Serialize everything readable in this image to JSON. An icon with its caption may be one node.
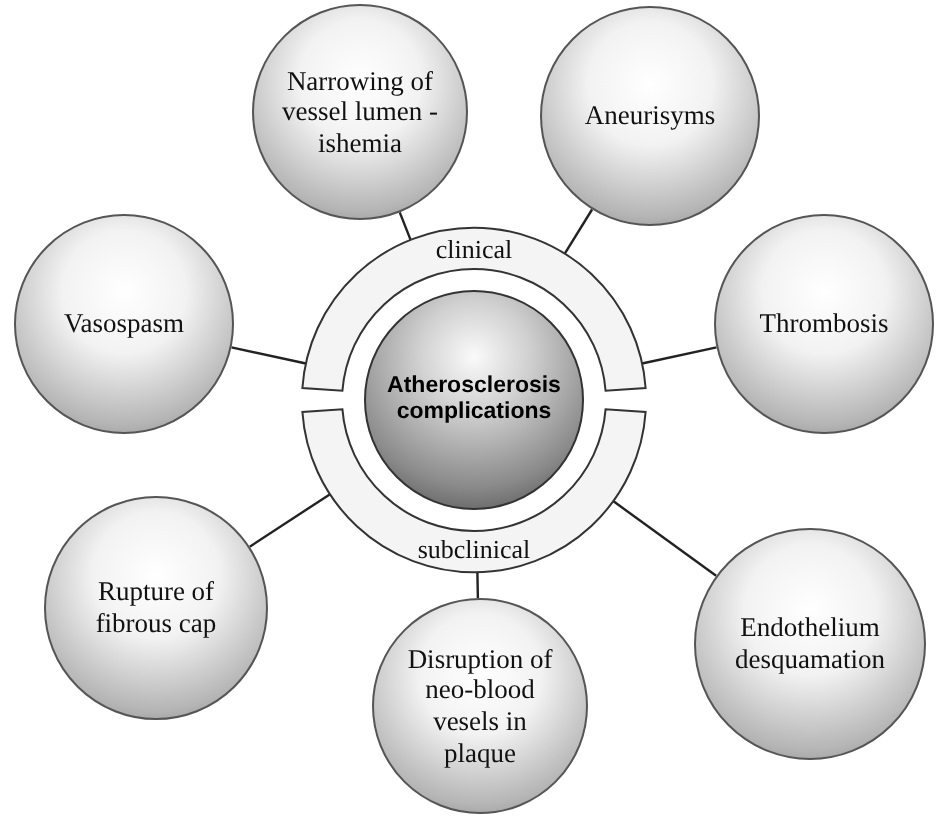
{
  "diagram": {
    "nodes": [
      {
        "text": [
          "Narrowing of vessel lumen - ishemia"
        ]
      },
      {
        "text": [
          "Aneurisyms"
        ]
      },
      {
        "text": [
          "Vasospasm"
        ]
      },
      {
        "text": [
          "clinical"
        ]
      },
      {
        "text": [
          "Thrombosis"
        ]
      },
      {
        "text": [
          "Atherosclerosis complications"
        ]
      },
      {
        "text": [
          "subclinical"
        ]
      },
      {
        "text": [
          "Rupture of fibrous cap"
        ]
      },
      {
        "text": [
          "Endothelium desquamation"
        ]
      },
      {
        "text": [
          "Disruption of neo-blood vesels in plaque"
        ]
      }
    ],
    "edges": [
      {
        "from": 3,
        "to": 0,
        "arrow": "none"
      },
      {
        "from": 3,
        "to": 1,
        "arrow": "none"
      },
      {
        "from": 3,
        "to": 2,
        "arrow": "none"
      },
      {
        "from": 3,
        "to": 4,
        "arrow": "none"
      },
      {
        "from": 6,
        "to": 7,
        "arrow": "none"
      },
      {
        "from": 6,
        "to": 8,
        "arrow": "none"
      },
      {
        "from": 6,
        "to": 9,
        "arrow": "none"
      }
    ]
  }
}
